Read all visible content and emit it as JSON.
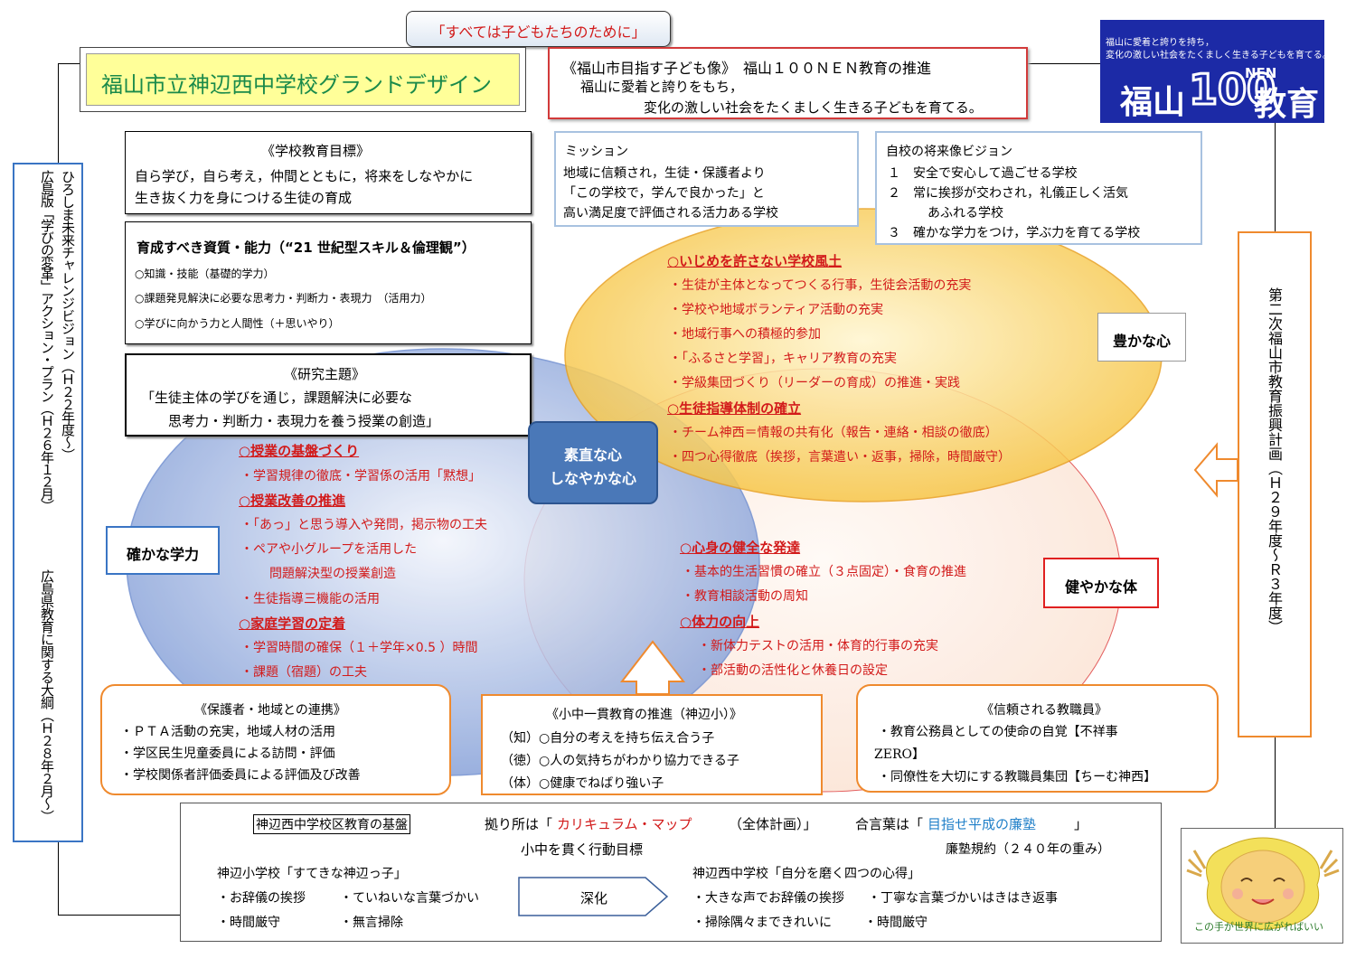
{
  "slogan": "「すべては子どもたちのために」",
  "title": "福山市立神辺西中学校グランドデザイン",
  "fukuyama_goal": {
    "line1": "《福山市目指す子ども像》　福山１００ＮＥＮ教育の推進",
    "line2": "福山に愛着と誇りをもち，",
    "line3": "変化の激しい社会をたくましく生きる子どもを育てる。"
  },
  "logo": {
    "small1": "福山に愛着と誇りを持ち，",
    "small2": "変化の激しい社会をたくましく生きる子どもを育てる。",
    "big_left": "福山",
    "big_num": "100",
    "big_sup": "NEN",
    "big_right": "教育"
  },
  "left_vertical": {
    "col1": "ひろしま未来チャレンジビジョン（Ｈ２２年度～）",
    "col2": "広島版「学びの変革」アクション・プラン（Ｈ２６年１２月）",
    "col3": "広島県教育に関する大綱（Ｈ２８年２月～）"
  },
  "right_vertical": {
    "col1": "第二次福山市教育振興計画（Ｈ２９年度～Ｒ３年度）"
  },
  "school_goal": {
    "title": "《学校教育目標》",
    "line1": "自ら学び，自ら考え，仲間とともに，将来をしなやかに",
    "line2": "生き抜く力を身につける生徒の育成"
  },
  "mission": {
    "title": "ミッション",
    "line1": "地域に信頼され，生徒・保護者より",
    "line2": "「この学校で，学んで良かった」と",
    "line3": "高い満足度で評価される活力ある学校"
  },
  "vision": {
    "title": "自校の将来像ビジョン",
    "line1": "１　安全で安心して過ごせる学校",
    "line2": "２　常に挨拶が交わされ，礼儀正しく活気",
    "line3": "あふれる学校",
    "line4": "３　確かな学力をつけ，学ぶ力を育てる学校"
  },
  "skills": {
    "title": "育成すべき資質・能力（“21 世紀型スキル＆倫理観”）",
    "line1": "○知識・技能（基礎的学力）",
    "line2": "○課題発見解決に必要な思考力・判断力・表現力　（活用力）",
    "line3": "○学びに向かう力と人間性（＋思いやり）"
  },
  "research": {
    "title": "《研究主題》",
    "line1": "「生徒主体の学びを通じ，課題解決に必要な",
    "line2": "思考力・判断力・表現力を養う授業の創造」"
  },
  "center_badge": {
    "line1": "素直な心",
    "line2": "しなやかな心"
  },
  "labels": {
    "kokoro": "豊かな心",
    "gakuryoku": "確かな学力",
    "karada": "健やかな体"
  },
  "kokoro_items": {
    "h1": "○いじめを許さない学校風土",
    "i1": "・生徒が主体となってつくる行事，生徒会活動の充実",
    "i2": "・学校や地域ボランティア活動の充実",
    "i3": "・地域行事への積極的参加",
    "i4": "・「ふるさと学習」，キャリア教育の充実",
    "i5": "・学級集団づくり（リーダーの育成）の推進・実践",
    "h2": "○生徒指導体制の確立",
    "i6": "・チーム神西＝情報の共有化（報告・連絡・相談の徹底）",
    "i7": "・四つ心得徹底（挨拶，言葉遣い・返事，掃除，時間厳守）"
  },
  "gakuryoku_items": {
    "h1": "○授業の基盤づくり",
    "i1": "・学習規律の徹底・学習係の活用「黙想」",
    "h2": "○授業改善の推進",
    "i2": "・「あっ」と思う導入や発問，掲示物の工夫",
    "i3": "・ペアや小グループを活用した",
    "i4": "問題解決型の授業創造",
    "i5": "・生徒指導三機能の活用",
    "h3": "○家庭学習の定着",
    "i6": "・学習時間の確保（１＋学年×0.5 ）時間",
    "i7": "・課題（宿題）の工夫"
  },
  "karada_items": {
    "h1": "○心身の健全な発達",
    "i1": "・基本的生活習慣の確立（３点固定）・食育の推進",
    "i2": "・教育相談活動の周知",
    "h2": "○体力の向上",
    "i3": "・新体力テストの活用・体育的行事の充実",
    "i4": "・部活動の活性化と休養日の設定"
  },
  "pta": {
    "title": "《保護者・地域との連携》",
    "line1": "・ＰＴＡ活動の充実，地域人材の活用",
    "line2": "・学区民生児童委員による訪問・評価",
    "line3": "・学校関係者評価委員による評価及び改善"
  },
  "shochu": {
    "title": "《小中一貫教育の推進（神辺小）》",
    "line1": "（知）○自分の考えを持ち伝え合う子",
    "line2": "（徳）○人の気持ちがわかり協力できる子",
    "line3": "（体）○健康でねばり強い子"
  },
  "teachers": {
    "title": "《信頼される教職員》",
    "line1": "・教育公務員としての使命の自覚【不祥事",
    "line2": "ZERO】",
    "line3": "・同僚性を大切にする教職員集団【ちーむ神西】"
  },
  "bottom": {
    "base_label": "神辺西中学校区教育の基盤",
    "yoridokoro_pre": "拠り所は「",
    "yoridokoro_red": "カリキュラム・マップ",
    "yoridokoro_post": "（全体計画）」",
    "aikotoba_pre": "合言葉は「",
    "aikotoba_blue": "目指せ平成の廉塾",
    "aikotoba_post": "」",
    "kodo": "小中を貫く行動目標",
    "renjuku": "廉塾規約（２４０年の重み）",
    "sho_title": "神辺小学校「すてきな神辺っ子」",
    "sho1": "・お辞儀の挨拶",
    "sho2": "・ていねいな言葉づかい",
    "sho3": "・時間厳守",
    "sho4": "・無言掃除",
    "shinka": "深化",
    "chu_title": "神辺西中学校「自分を磨く四つの心得」",
    "chu1": "・大きな声でお辞儀の挨拶",
    "chu2": "・丁寧な言葉づかいはきはき返事",
    "chu3": "・掃除隅々まできれいに",
    "chu4": "・時間厳守"
  },
  "mascot_text": "この手が世界に広がればいい",
  "colors": {
    "red": "#d21a1a",
    "blue_circle": "#6f8ed0",
    "yellow_circle": "#f6c23c",
    "orange_border": "#ef8a2e",
    "navy": "#1c2aa6",
    "badge": "#4a78b8"
  }
}
